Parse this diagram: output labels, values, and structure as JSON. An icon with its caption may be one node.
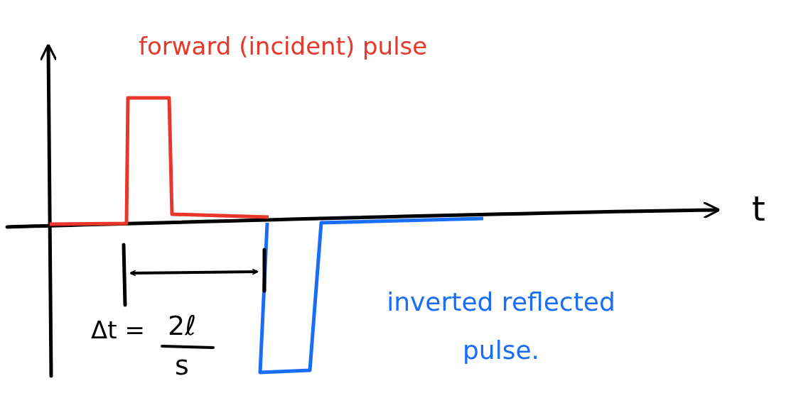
{
  "diagram": {
    "labels": [
      "forward (incident) pulse",
      "t",
      "inverted reflected pulse.",
      "Δt =",
      "2ℓ",
      "s"
    ]
  }
}
